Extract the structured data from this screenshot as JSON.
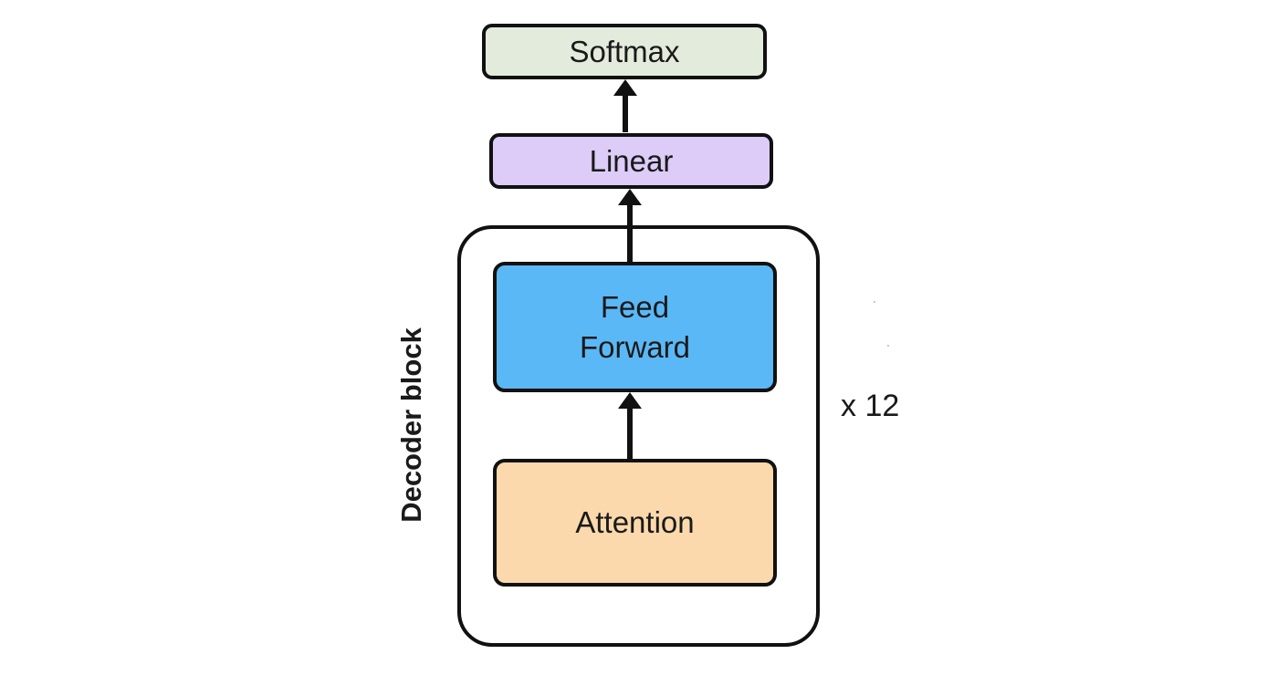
{
  "diagram": {
    "softmax_label": "Softmax",
    "linear_label": "Linear",
    "feed_forward_line1": "Feed",
    "feed_forward_line2": "Forward",
    "attention_label": "Attention",
    "block_label": "Decoder block",
    "repeat_label": "x 12"
  },
  "colors": {
    "softmax_fill": "#e3ebdc",
    "linear_fill": "#dcccf7",
    "feed_forward_fill": "#5bb8f6",
    "attention_fill": "#fbd9ac",
    "stroke": "#111111"
  }
}
